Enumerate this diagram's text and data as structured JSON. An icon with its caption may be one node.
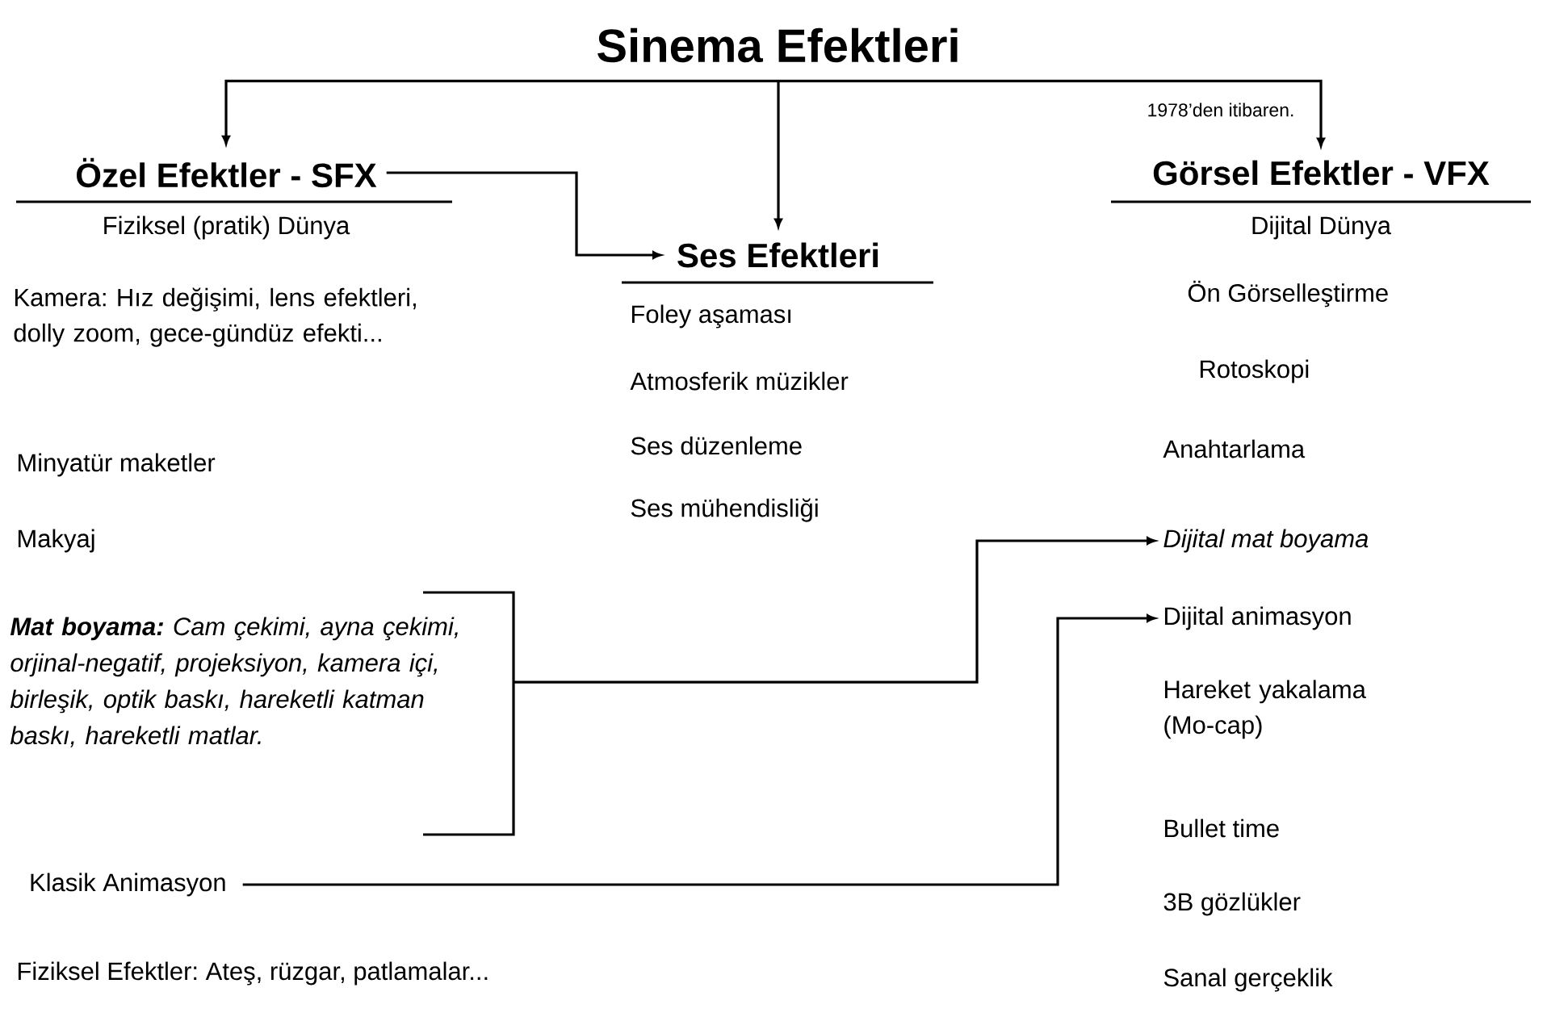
{
  "diagram": {
    "nodes": [
      {
        "text": [
          "Sinema Efektleri"
        ]
      },
      {
        "text": [
          "Özel Efektler - SFX",
          "Fiziksel (pratik) Dünya"
        ]
      },
      {
        "text": [
          "Ses Efektleri"
        ]
      },
      {
        "text": [
          "Görsel Efektler - VFX",
          "Dijital Dünya"
        ]
      },
      {
        "text": [
          "**Mat boyama:** Cam çekimi, ayna çekimi, orjinal-negatif, projeksiyon, kamera içi, birleşik, optik baskı, hareketli katman baskı, hareketli matlar."
        ]
      },
      {
        "text": [
          "Klasik Animasyon"
        ]
      },
      {
        "text": [
          "Dijital mat boyama"
        ]
      },
      {
        "text": [
          "Dijital animasyon"
        ]
      }
    ],
    "edges": [
      {
        "from": 0,
        "to": 1,
        "arrow": "to"
      },
      {
        "from": 0,
        "to": 2,
        "arrow": "to"
      },
      {
        "from": 0,
        "to": 3,
        "arrow": "to",
        "label": "1978’den itibaren."
      },
      {
        "from": 1,
        "to": 2,
        "arrow": "to"
      },
      {
        "from": 4,
        "to": 6,
        "arrow": "to"
      },
      {
        "from": 5,
        "to": 7,
        "arrow": "to"
      }
    ],
    "labels": [
      "Kamera: Hız değişimi, lens efektleri, dolly zoom, gece-gündüz efekti...",
      "Minyatür maketler",
      "Makyaj",
      "Fiziksel Efektler: Ateş, rüzgar, patlamalar...",
      "Foley aşaması",
      "Atmosferik müzikler",
      "Ses düzenleme",
      "Ses mühendisliği",
      "Ön Görselleştirme",
      "Rotoskopi",
      "Anahtarlama",
      "Hareket yakalama (Mo-cap)",
      "Bullet time",
      "3B gözlükler",
      "Sanal gerçeklik"
    ]
  }
}
